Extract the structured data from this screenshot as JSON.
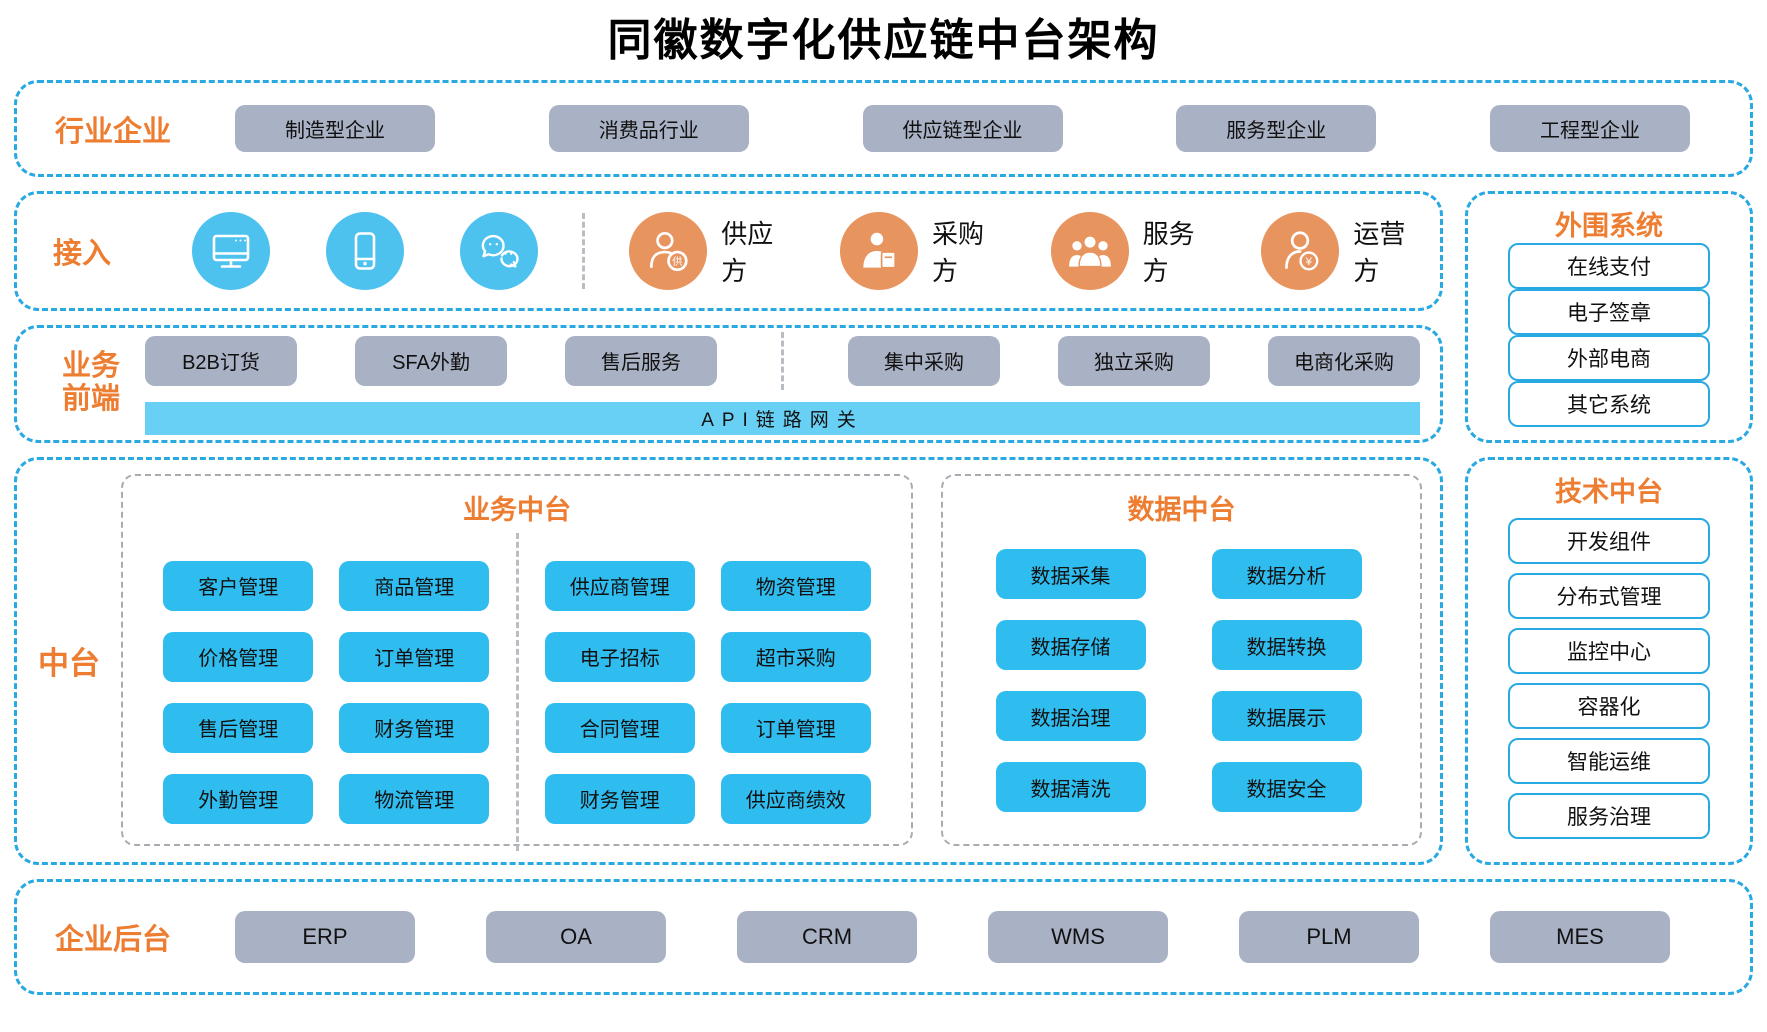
{
  "title": "同徽数字化供应链中台架构",
  "industry": {
    "label": "行业企业",
    "items": [
      "制造型企业",
      "消费品行业",
      "供应链型企业",
      "服务型企业",
      "工程型企业"
    ]
  },
  "access": {
    "label": "接入",
    "channels": [
      {
        "icon": "desktop-monitor"
      },
      {
        "icon": "smartphone"
      },
      {
        "icon": "wechat"
      }
    ],
    "roles": [
      {
        "label": "供应方",
        "badge": "供"
      },
      {
        "label": "采购方"
      },
      {
        "label": "服务方"
      },
      {
        "label": "运营方",
        "badge": "¥"
      }
    ]
  },
  "frontend": {
    "label_line1": "业务",
    "label_line2": "前端",
    "items": [
      "B2B订货",
      "SFA外勤",
      "售后服务",
      "集中采购",
      "独立采购",
      "电商化采购"
    ],
    "api_gateway": "API链路网关"
  },
  "middle": {
    "label": "中台",
    "business": {
      "title": "业务中台",
      "left_items": [
        "客户管理",
        "商品管理",
        "价格管理",
        "订单管理",
        "售后管理",
        "财务管理",
        "外勤管理",
        "物流管理"
      ],
      "right_items": [
        "供应商管理",
        "物资管理",
        "电子招标",
        "超市采购",
        "合同管理",
        "订单管理",
        "财务管理",
        "供应商绩效"
      ]
    },
    "data": {
      "title": "数据中台",
      "items": [
        "数据采集",
        "数据分析",
        "数据存储",
        "数据转换",
        "数据治理",
        "数据展示",
        "数据清洗",
        "数据安全"
      ]
    }
  },
  "peripheral": {
    "title": "外围系统",
    "items": [
      "在线支付",
      "电子签章",
      "外部电商",
      "其它系统"
    ]
  },
  "tech": {
    "title": "技术中台",
    "items": [
      "开发组件",
      "分布式管理",
      "监控中心",
      "容器化",
      "智能运维",
      "服务治理"
    ]
  },
  "backend": {
    "label": "企业后台",
    "items": [
      "ERP",
      "OA",
      "CRM",
      "WMS",
      "PLM",
      "MES"
    ]
  },
  "colors": {
    "accent_orange": "#ED7D31",
    "circle_orange": "#E8945F",
    "box_blue": "#2FBCEE",
    "box_gray": "#A9B1C4",
    "border_cyan": "#29A9E2",
    "circle_blue": "#4EC2EF",
    "api_bar_blue": "#69D0F5"
  }
}
